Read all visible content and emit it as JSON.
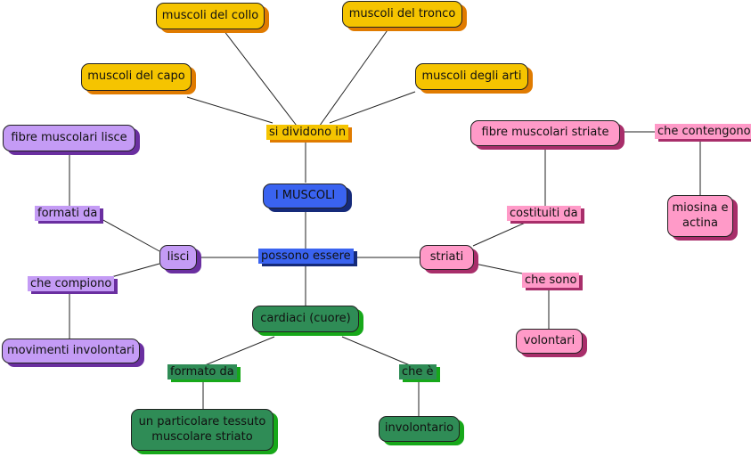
{
  "nodes": {
    "root": "I MUSCOLI",
    "capo": "muscoli del capo",
    "collo": "muscoli del collo",
    "tronco": "muscoli del tronco",
    "arti": "muscoli degli arti",
    "lisci": "lisci",
    "fibre_lisce": "fibre muscolari lisce",
    "movimenti": "movimenti involontari",
    "striati": "striati",
    "fibre_striate": "fibre muscolari striate",
    "miosina": "miosina e actina",
    "volontari": "volontari",
    "cardiaci": "cardiaci (cuore)",
    "tessuto": "un particolare tessuto muscolare striato",
    "involontario": "involontario"
  },
  "links": {
    "si_dividono": "si dividono in",
    "possono_essere": "possono essere",
    "formati_da": "formati da",
    "che_compiono": "che compiono",
    "costituiti_da": "costituiti da",
    "che_contengono": "che contengono",
    "che_sono": "che sono",
    "formato_da": "formato da",
    "che_e": "che è"
  },
  "colors": {
    "yellow": "#f5c400",
    "blue": "#3a63f0",
    "pink": "#ff9ac8",
    "violet": "#c49bf5",
    "green": "#2f8c56"
  }
}
